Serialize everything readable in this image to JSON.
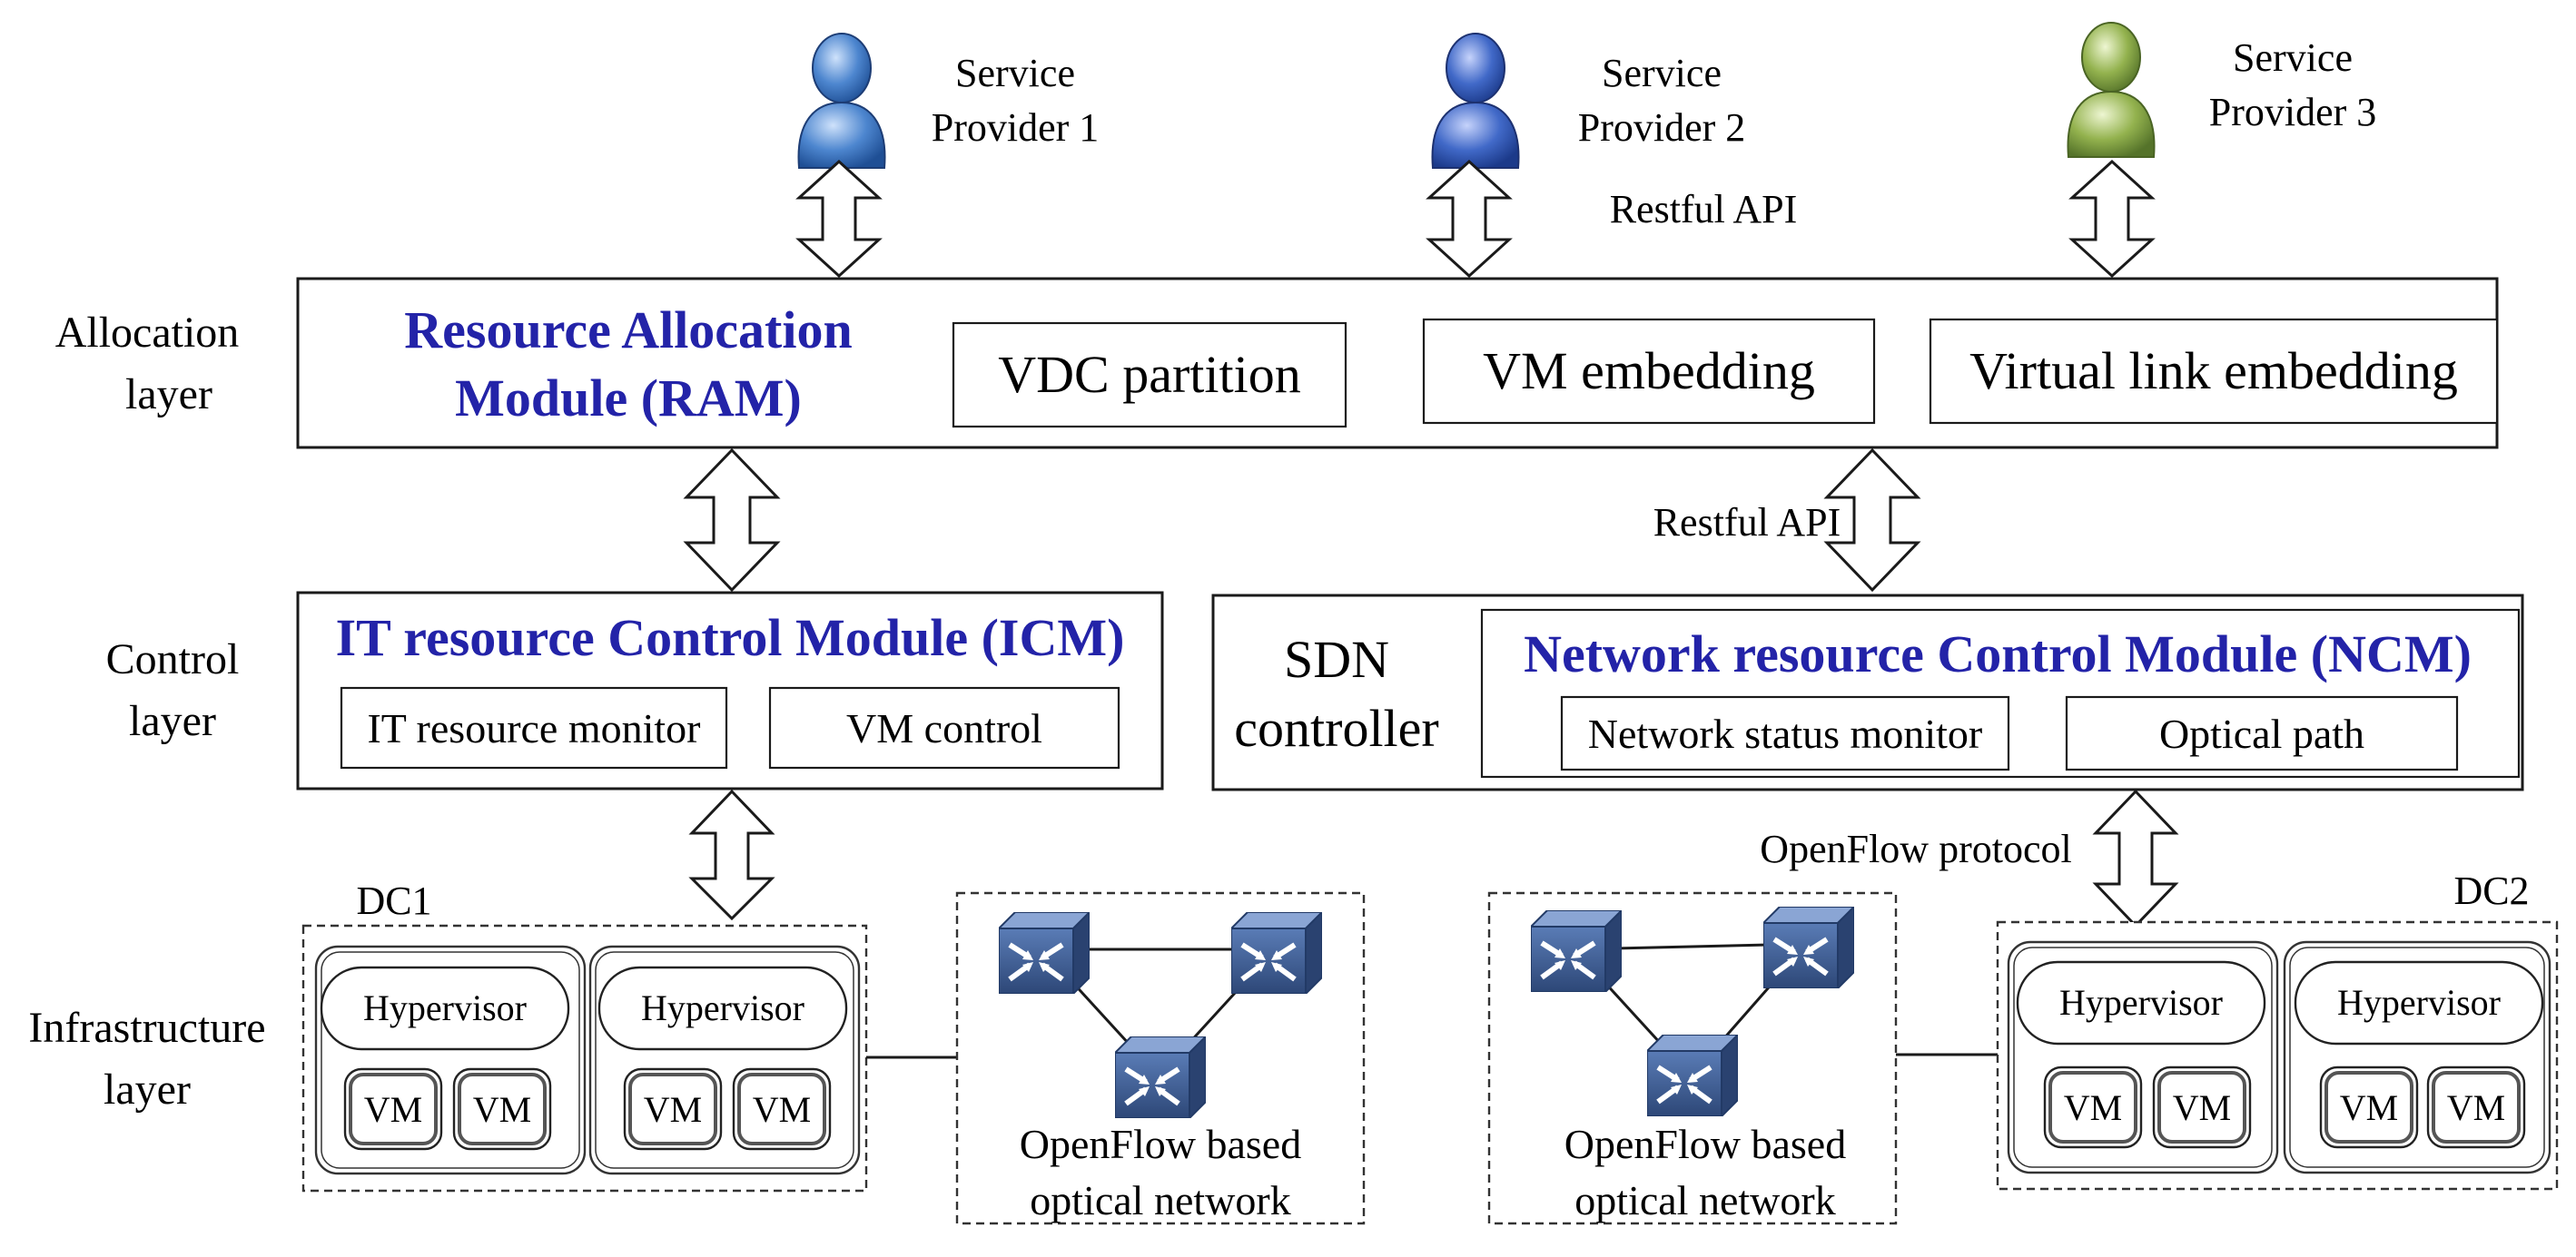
{
  "layers": {
    "allocation": [
      "Allocation",
      "layer"
    ],
    "control": [
      "Control",
      "layer"
    ],
    "infrastructure": [
      "Infrastructure",
      "layer"
    ]
  },
  "providers": [
    {
      "line1": "Service",
      "line2": "Provider 1",
      "color": "#4d86cf"
    },
    {
      "line1": "Service",
      "line2": "Provider 2",
      "color": "#4169c8"
    },
    {
      "line1": "Service",
      "line2": "Provider 3",
      "color": "#93b24e"
    }
  ],
  "api": {
    "restful_top": "Restful API",
    "restful_mid": "Restful API",
    "openflow": "OpenFlow protocol"
  },
  "ram": {
    "title1": "Resource Allocation",
    "title2": "Module (RAM)",
    "vdc": "VDC partition",
    "vm_embedding": "VM embedding",
    "vlink": "Virtual link embedding"
  },
  "icm": {
    "title": "IT resource Control Module (ICM)",
    "monitor": "IT resource monitor",
    "vm_control": "VM control"
  },
  "sdn": {
    "label1": "SDN",
    "label2": "controller",
    "ncm_title": "Network resource Control Module (NCM)",
    "status_monitor": "Network status monitor",
    "optical_path": "Optical path"
  },
  "dc1": {
    "label": "DC1",
    "hypervisors": [
      "Hypervisor",
      "Hypervisor"
    ],
    "vm": "VM"
  },
  "dc2": {
    "label": "DC2",
    "hypervisors": [
      "Hypervisor",
      "Hypervisor"
    ],
    "vm": "VM"
  },
  "networks": [
    {
      "line1": "OpenFlow based",
      "line2": "optical network"
    },
    {
      "line1": "OpenFlow based",
      "line2": "optical network"
    }
  ],
  "colors": {
    "title_blue": "#2323a8",
    "switch_blue": "#3b5a8f"
  }
}
